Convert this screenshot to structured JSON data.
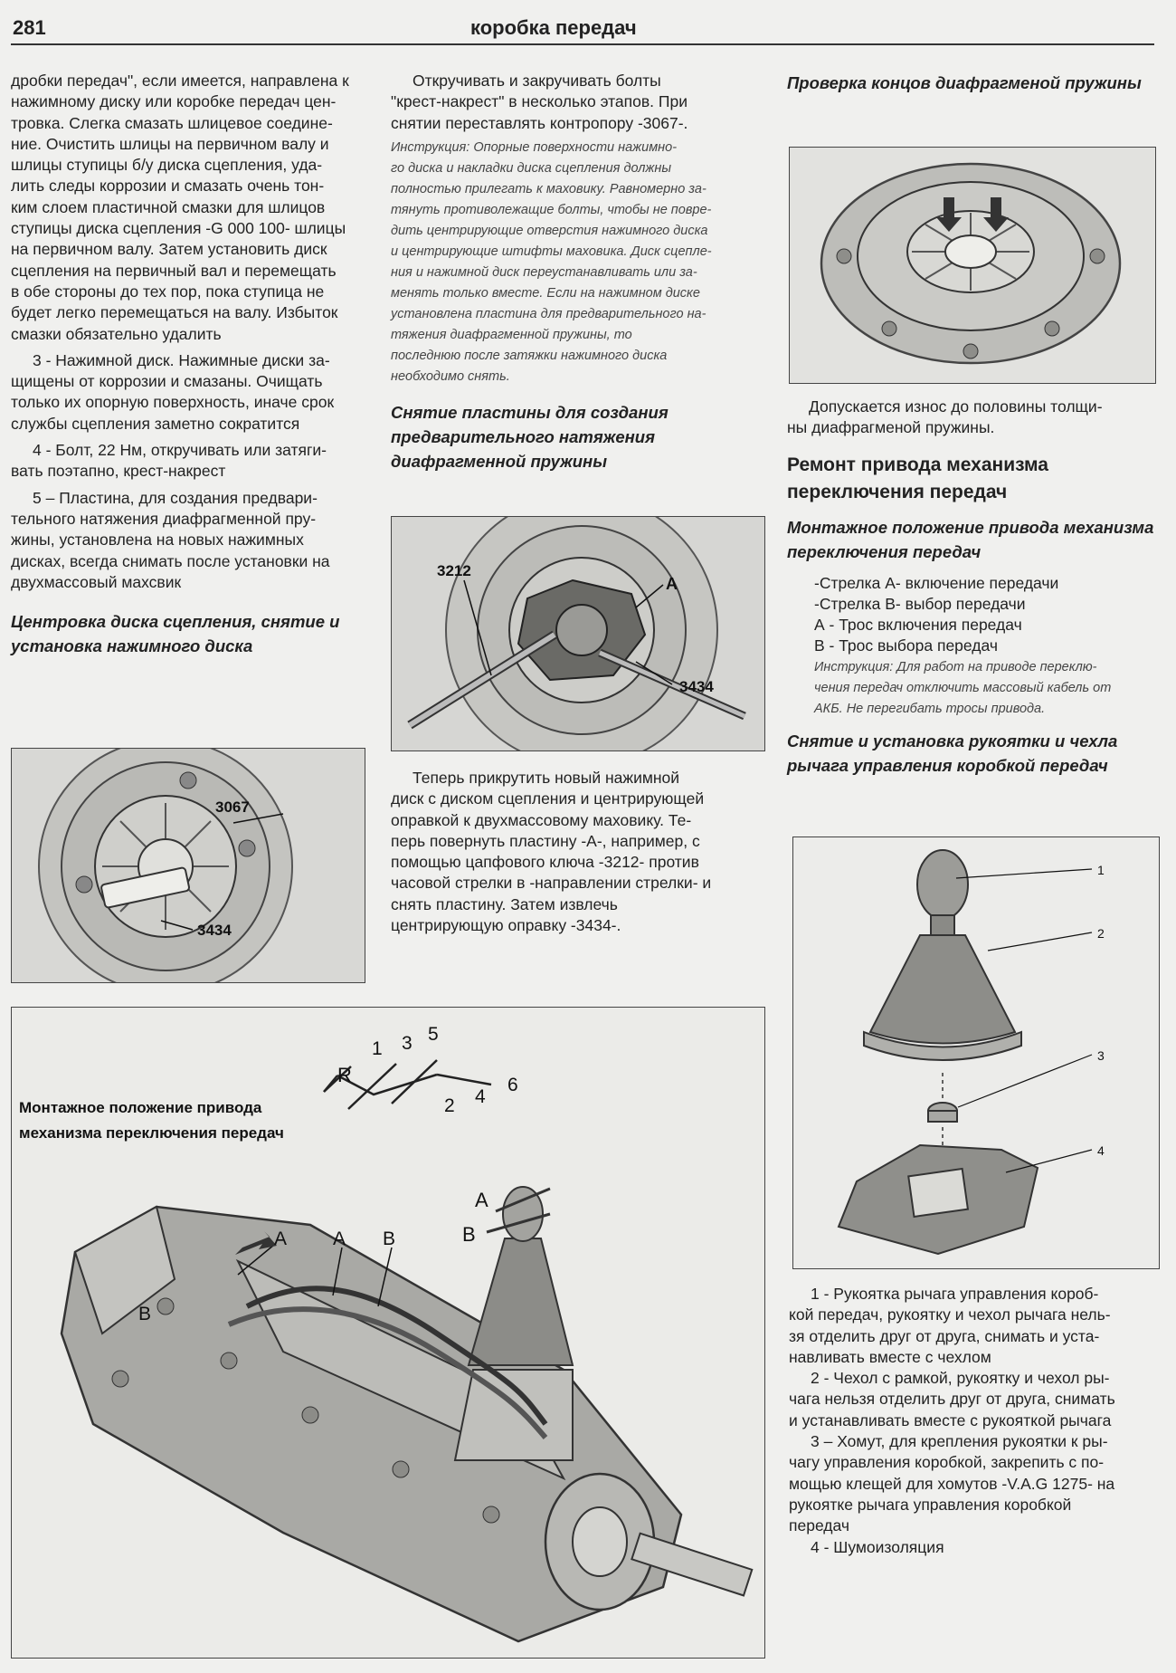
{
  "header": {
    "page_number": "281",
    "title": "коробка передач"
  },
  "col1": {
    "p1": [
      "дробки передач\", если имеется, направлена к",
      "нажимному диску или коробке передач цен-",
      "тровка. Слегка смазать шлицевое соедине-",
      "ние. Очистить шлицы на первичном валу и",
      "шлицы ступицы б/у диска сцепления, уда-",
      "лить следы коррозии и смазать очень тон-",
      "ким слоем пластичной смазки для шлицов",
      "ступицы диска сцепления -G 000 100- шлицы",
      "на первичном валу. Затем установить диск",
      "сцепления на первичный вал и перемещать",
      "в обе стороны до тех пор, пока ступица не",
      "будет легко перемещаться на валу. Избыток",
      "смазки обязательно удалить"
    ],
    "p2": [
      "3 - Нажимной диск. Нажимные диски за-",
      "щищены от коррозии и смазаны. Очищать",
      "только их опорную поверхность, иначе срок",
      "службы сцепления заметно сократится"
    ],
    "p3": [
      "4 - Болт, 22 Нм, откручивать или затяги-",
      "вать поэтапно, крест-накрест"
    ],
    "p4": [
      "5 – Пластина, для создания предвари-",
      "тельного натяжения диафрагменной пру-",
      "жины, установлена на новых нажимных",
      "дисках, всегда снимать после установки на",
      "двухмассовый махсвик"
    ],
    "heading": "Центровка диска сцепления, снятие и установка нажимного диска"
  },
  "fig1": {
    "label_a": "3067",
    "label_b": "3434"
  },
  "col2": {
    "p1": [
      "Откручивать и закручивать болты",
      "\"крест-накрест\" в несколько этапов. При",
      "снятии переставлять контропору -3067-."
    ],
    "note": [
      "Инструкция: Опорные поверхности нажимно-",
      "го диска и накладки диска сцепления должны",
      "полностью прилегать к маховику. Равномерно за-",
      "тянуть противолежащие болты, чтобы не повре-",
      "дить центрирующие отверстия нажимного диска",
      "и центрирующие штифты маховика. Диск сцепле-",
      "ния и нажимной диск переустанавливать или за-",
      "менять только вместе. Если на нажимном диске",
      "установлена пластина для предварительного на-",
      "тяжения диафрагменной пружины, то",
      "последнюю после затяжки нажимного диска",
      "необходимо снять."
    ],
    "heading": "Снятие пластины для создания предварительного натяжения диафрагменной пружины",
    "p2": [
      "Теперь прикрутить новый нажимной",
      "диск с диском сцепления и центрирующей",
      "оправкой к двухмассовому маховику. Те-",
      "перь повернуть пластину -А-, например, с",
      "помощью цапфового ключа -3212- против",
      "часовой стрелки в -направлении стрелки- и",
      "снять пластину. Затем извлечь",
      "центрирующую оправку -3434-."
    ]
  },
  "fig2": {
    "label_a": "3212",
    "label_b": "A",
    "label_c": "3434"
  },
  "col3": {
    "heading1": "Проверка концов диафрагменой пружины",
    "p1": [
      "Допускается износ до половины толщи-",
      "ны диафрагменой пружины."
    ],
    "heading2": "Ремонт привода механизма переключения передач",
    "heading3": "Монтажное положение привода механизма переключения передач",
    "list": [
      "-Стрелка А- включение передачи",
      "-Стрелка В- выбор передачи",
      "А - Трос включения передач",
      "В - Трос выбора передач"
    ],
    "note": [
      "Инструкция: Для работ на приводе переклю-",
      "чения передач отключить массовый кабель от",
      "АКБ. Не перегибать тросы привода."
    ],
    "heading4": "Снятие и установка рукоятки и чехла рычага управления коробкой передач",
    "items": [
      [
        "1 - Рукоятка рычага управления короб-",
        "кой передач, рукоятку и чехол рычага нель-",
        "зя отделить друг от друга, снимать и уста-",
        "навливать вместе с чехлом"
      ],
      [
        "2 - Чехол с рамкой, рукоятку и чехол ры-",
        "чага нельзя отделить друг от друга, снимать",
        "и устанавливать вместе с рукояткой рычага"
      ],
      [
        "3 – Хомут, для крепления рукоятки к ры-",
        "чагу управления коробкой, закрепить с по-",
        "мощью клещей для хомутов -V.A.G 1275- на",
        "рукоятке рычага управления коробкой",
        "передач"
      ],
      [
        "4 - Шумоизоляция"
      ]
    ]
  },
  "fig4": {
    "labels": [
      "1",
      "2",
      "3",
      "4"
    ]
  },
  "fig5": {
    "caption": [
      "Монтажное положение привода",
      "механизма переключения передач"
    ],
    "shift_pattern": {
      "R": "R",
      "n1": "1",
      "n2": "2",
      "n3": "3",
      "n4": "4",
      "n5": "5",
      "n6": "6"
    },
    "labels": {
      "a1": "A",
      "a2": "A",
      "b1": "B",
      "b2": "B",
      "arrow_a": "A",
      "arrow_b": "B"
    }
  }
}
